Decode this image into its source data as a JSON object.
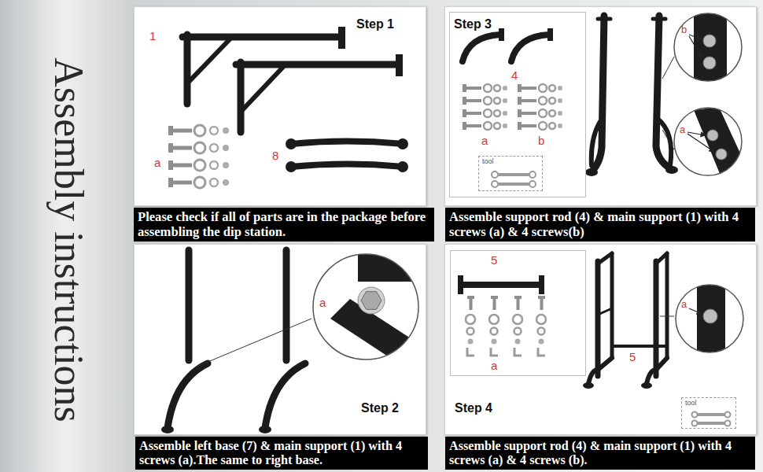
{
  "diagram": {
    "title": "Assembly instructions",
    "nodes": [
      {
        "text": [
          "Step 1"
        ]
      },
      {
        "text": [
          "Please check if all of parts are in the package before assembling the dip station."
        ]
      },
      {
        "text": [
          "Step 3"
        ]
      },
      {
        "text": [
          "4",
          "a",
          "b"
        ],
        "in": 2
      },
      {
        "text": [
          "tool"
        ],
        "in": 3
      },
      {
        "text": [
          "b"
        ],
        "in": 2
      },
      {
        "text": [
          "a"
        ],
        "in": 2
      },
      {
        "text": [
          "Assemble support rod (4) & main support (1) with 4 screws (a) & 4 screws(b)"
        ]
      },
      {
        "text": [
          "Step 2"
        ]
      },
      {
        "text": [
          "a"
        ],
        "in": 8
      },
      {
        "text": [
          "Assemble left base (7) & main support (1) with 4 screws (a).The same to right base."
        ]
      },
      {
        "text": [
          "Step 4"
        ]
      },
      {
        "text": [
          "5",
          "a"
        ],
        "in": 11
      },
      {
        "text": [
          "a"
        ],
        "in": 11
      },
      {
        "text": [
          "tool"
        ],
        "in": 11
      },
      {
        "text": [
          "Assemble support rod (4) & main support (1) with 4 screws (a) & 4 screws (b)."
        ]
      }
    ],
    "labels": [
      "1",
      "a",
      "8",
      "5"
    ]
  }
}
